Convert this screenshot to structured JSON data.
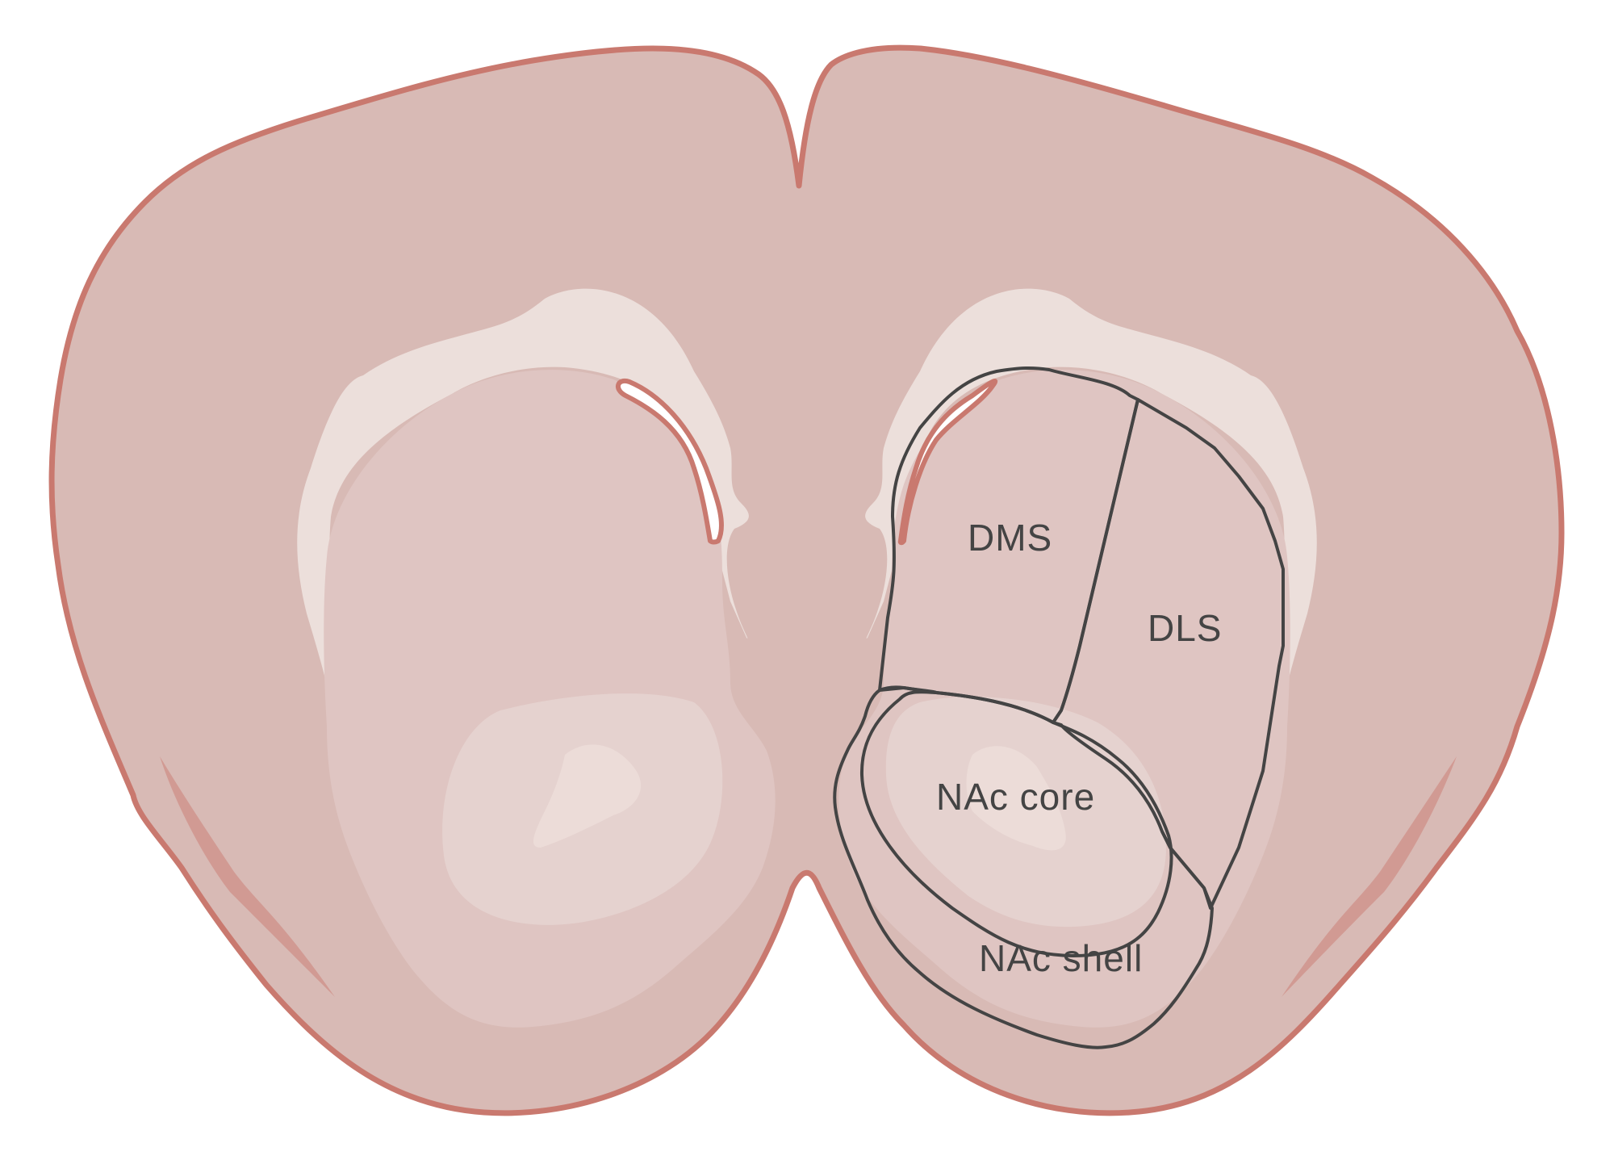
{
  "labels": {
    "dms": "DMS",
    "dls": "DLS",
    "nac_core": "NAc core",
    "nac_shell": "NAc shell"
  },
  "colors": {
    "brain_fill": "#d8bab5",
    "brain_outline": "#c9796f",
    "white_matter": "#ecdfdb",
    "striatum_fill": "#dfc5c2",
    "accumbens_fill": "#e5d2cf",
    "accumbens_core_fill": "#ecdcd8",
    "ventricle_outline": "#c9796f",
    "region_outline": "#444444",
    "lateral_streak": "#d19a93"
  }
}
